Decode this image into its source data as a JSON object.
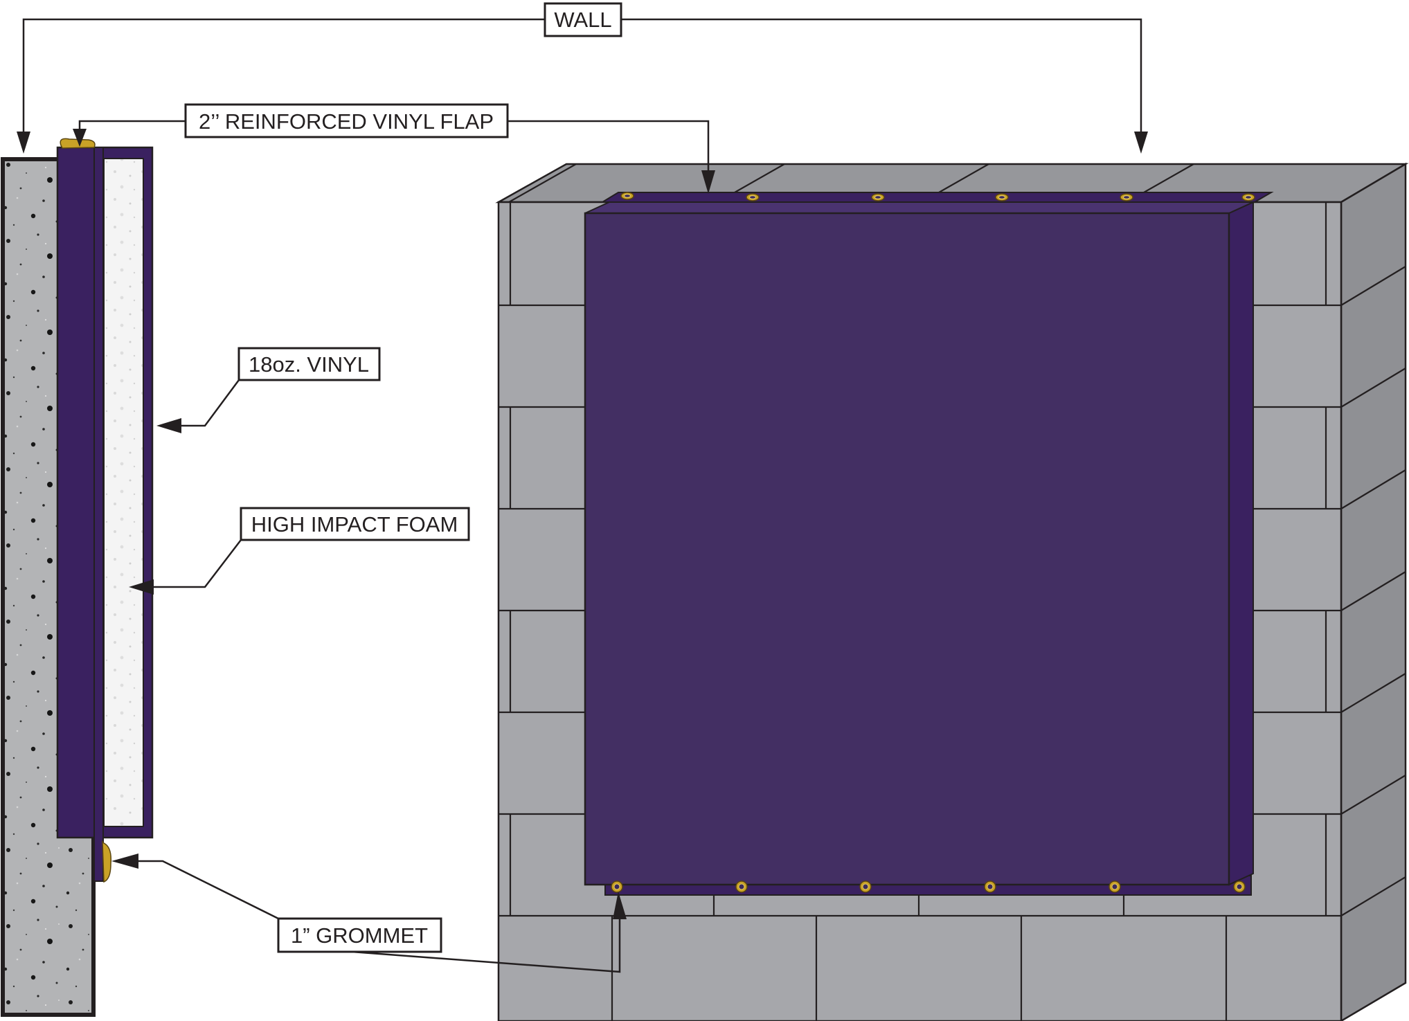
{
  "labels": {
    "wall": "WALL",
    "flap": "2’’ REINFORCED VINYL FLAP",
    "vinyl": "18oz. VINYL",
    "foam": "HIGH IMPACT FOAM",
    "grommet": "1” GROMMET"
  },
  "colors": {
    "vinyl": "#432f63",
    "vinyl_edge": "#3a2160",
    "block_face": "#a6a7ab",
    "block_top": "#96979b",
    "block_side": "#8f9094",
    "concrete": "#b3b4b6",
    "foam": "#f3f3f3",
    "grommet": "#c9a227",
    "outline": "#231f20"
  },
  "icons": {
    "arrow": "arrowhead",
    "grommet": "grommet-ring"
  }
}
